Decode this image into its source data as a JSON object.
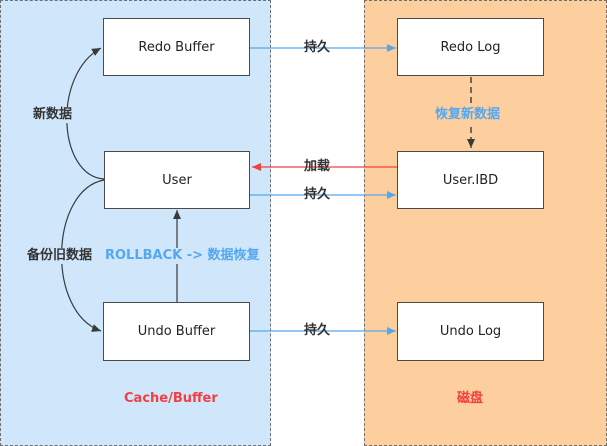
{
  "zones": {
    "cache": {
      "label": "Cache/Buffer",
      "color": "#cfe6fb"
    },
    "disk": {
      "label": "磁盘",
      "color": "#fdcf9e"
    }
  },
  "nodes": {
    "redo_buffer": "Redo Buffer",
    "user": "User",
    "undo_buffer": "Undo Buffer",
    "redo_log": "Redo Log",
    "user_ibd": "User.IBD",
    "undo_log": "Undo Log"
  },
  "edges": {
    "persist_redo": "持久",
    "persist_user": "持久",
    "persist_undo": "持久",
    "load": "加载",
    "recover": "恢复新数据",
    "new_data": "新数据",
    "backup_old": "备份旧数据",
    "rollback": "ROLLBACK -> 数据恢复"
  },
  "colors": {
    "blue": "#56a8ee",
    "red": "#f04040",
    "dark": "#333333"
  }
}
